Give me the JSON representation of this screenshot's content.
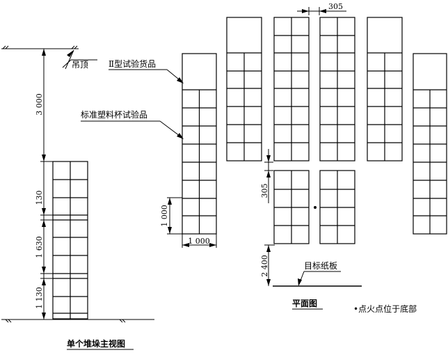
{
  "front_view": {
    "title": "单个堆垛主视图",
    "ceiling_label": "吊顶",
    "dim_top": "3 000",
    "dim_a": "130",
    "dim_b": "1 630",
    "dim_c": "1 130"
  },
  "callouts": {
    "type2_commodity": "Ⅱ型试验货品",
    "standard_plastic_cup": "标准塑料杯试验品"
  },
  "plan_view": {
    "title": "平面图",
    "dim_gap_top": "305",
    "dim_gap_side": "305",
    "dim_width": "1 000",
    "dim_height": "1 000",
    "dim_target": "2 400",
    "target_label": "目标纸板",
    "ignition_note": "•点火点位于底部"
  }
}
